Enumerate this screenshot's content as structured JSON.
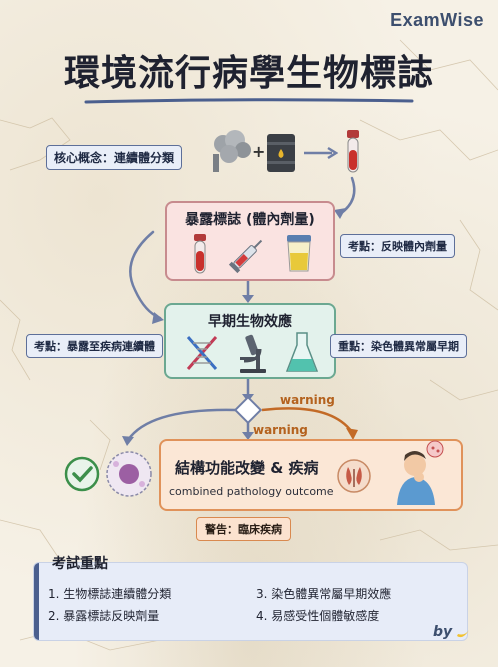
{
  "brand": "ExamWise",
  "title": "環境流行病學生物標誌",
  "core_concept": "核心概念：連續體分類",
  "exposure": {
    "title": "暴露標誌 (體內劑量)",
    "note": "考點：反映體內劑量"
  },
  "early": {
    "title": "早期生物效應",
    "left_note": "考點：暴露至疾病連續體",
    "right_note": "重點：染色體異常屬早期"
  },
  "warning_label": "warning",
  "structural": {
    "title": "結構功能改變 & 疾病",
    "subtitle": "combined pathology outcome",
    "alert": "警告：臨床疾病"
  },
  "summary": {
    "title": "考試重點",
    "items": [
      "1. 生物標誌連續體分類",
      "2. 暴露標誌反映劑量",
      "3. 染色體異常屬早期效應",
      "4. 易感受性個體敏感度"
    ]
  },
  "by": "by",
  "colors": {
    "navy": "#4b5f8e",
    "exposure_bg": "#fae3e1",
    "early_bg": "#e3f2ec",
    "structural_bg": "#fbe7d6",
    "warning": "#b4621e"
  }
}
